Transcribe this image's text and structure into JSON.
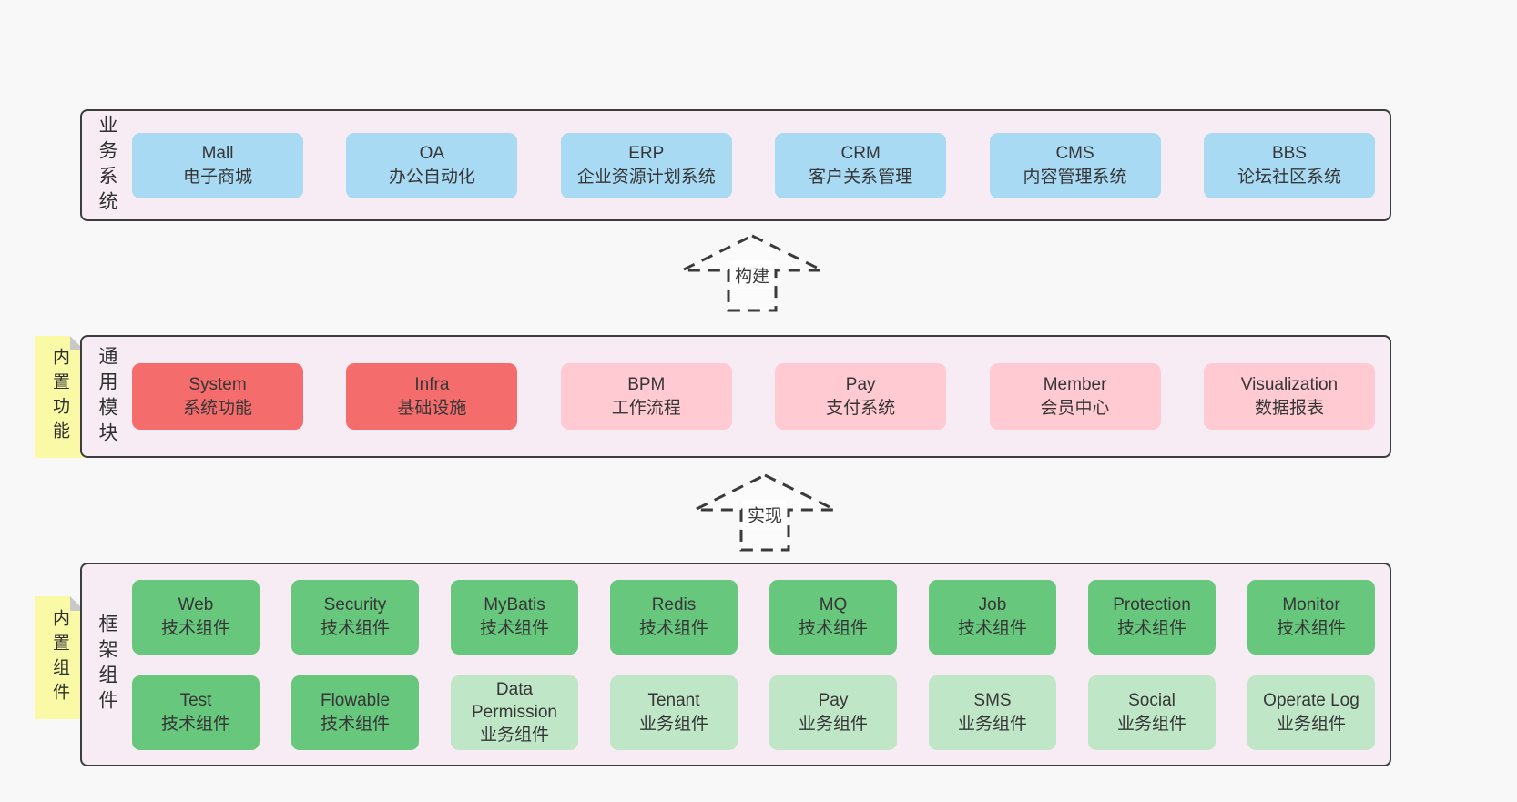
{
  "colors": {
    "page": "#f8f8f8",
    "container": "#f7ecf4",
    "blue": "#a8daf4",
    "red": "#f56c6c",
    "pink": "#ffcad2",
    "green": "#67c77d",
    "lightgreen": "#bfe7c7",
    "yellow": "#fafaa6",
    "border": "#3d3d3d"
  },
  "arrows": [
    {
      "label": "构建"
    },
    {
      "label": "实现"
    }
  ],
  "layers": [
    {
      "id": "business",
      "label": "业务系统",
      "tab": null,
      "rows": [
        [
          {
            "title": "Mall",
            "subtitle": "电子商城",
            "variant": "blue"
          },
          {
            "title": "OA",
            "subtitle": "办公自动化",
            "variant": "blue"
          },
          {
            "title": "ERP",
            "subtitle": "企业资源计划系统",
            "variant": "blue"
          },
          {
            "title": "CRM",
            "subtitle": "客户关系管理",
            "variant": "blue"
          },
          {
            "title": "CMS",
            "subtitle": "内容管理系统",
            "variant": "blue"
          },
          {
            "title": "BBS",
            "subtitle": "论坛社区系统",
            "variant": "blue"
          }
        ]
      ]
    },
    {
      "id": "modules",
      "label": "通用模块",
      "tab": "内置功能",
      "rows": [
        [
          {
            "title": "System",
            "subtitle": "系统功能",
            "variant": "red"
          },
          {
            "title": "Infra",
            "subtitle": "基础设施",
            "variant": "red"
          },
          {
            "title": "BPM",
            "subtitle": "工作流程",
            "variant": "pink"
          },
          {
            "title": "Pay",
            "subtitle": "支付系统",
            "variant": "pink"
          },
          {
            "title": "Member",
            "subtitle": "会员中心",
            "variant": "pink"
          },
          {
            "title": "Visualization",
            "subtitle": "数据报表",
            "variant": "pink"
          }
        ]
      ]
    },
    {
      "id": "components",
      "label": "框架组件",
      "tab": "内置组件",
      "rows": [
        [
          {
            "title": "Web",
            "subtitle": "技术组件",
            "variant": "green"
          },
          {
            "title": "Security",
            "subtitle": "技术组件",
            "variant": "green"
          },
          {
            "title": "MyBatis",
            "subtitle": "技术组件",
            "variant": "green"
          },
          {
            "title": "Redis",
            "subtitle": "技术组件",
            "variant": "green"
          },
          {
            "title": "MQ",
            "subtitle": "技术组件",
            "variant": "green"
          },
          {
            "title": "Job",
            "subtitle": "技术组件",
            "variant": "green"
          },
          {
            "title": "Protection",
            "subtitle": "技术组件",
            "variant": "green"
          },
          {
            "title": "Monitor",
            "subtitle": "技术组件",
            "variant": "green"
          }
        ],
        [
          {
            "title": "Test",
            "subtitle": "技术组件",
            "variant": "green"
          },
          {
            "title": "Flowable",
            "subtitle": "技术组件",
            "variant": "green"
          },
          {
            "title": "Data Permission",
            "subtitle": "业务组件",
            "variant": "lightgreen"
          },
          {
            "title": "Tenant",
            "subtitle": "业务组件",
            "variant": "lightgreen"
          },
          {
            "title": "Pay",
            "subtitle": "业务组件",
            "variant": "lightgreen"
          },
          {
            "title": "SMS",
            "subtitle": "业务组件",
            "variant": "lightgreen"
          },
          {
            "title": "Social",
            "subtitle": "业务组件",
            "variant": "lightgreen"
          },
          {
            "title": "Operate Log",
            "subtitle": "业务组件",
            "variant": "lightgreen"
          }
        ]
      ]
    }
  ]
}
